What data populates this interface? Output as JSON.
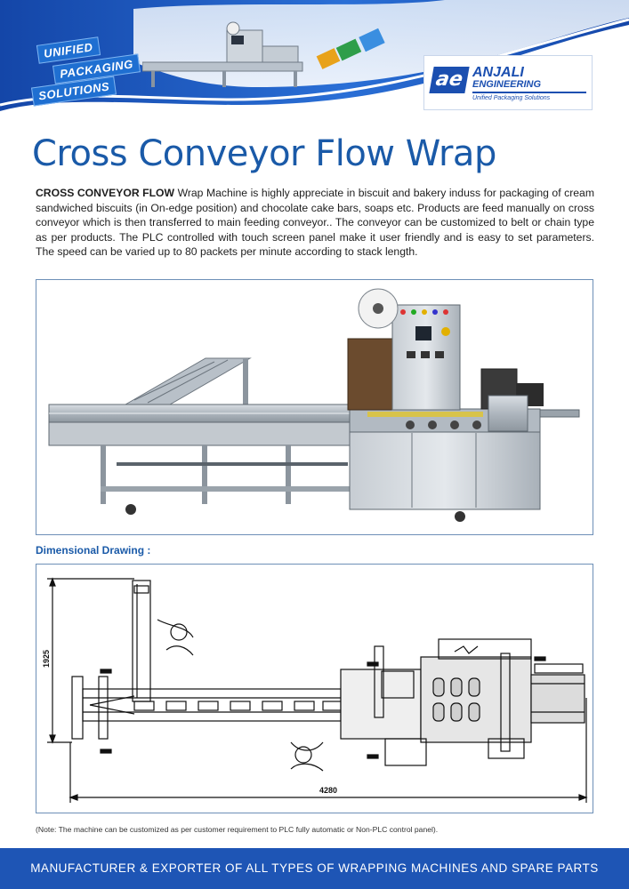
{
  "header": {
    "tagline": [
      "UNIFIED",
      "PACKAGING",
      "SOLUTIONS"
    ],
    "logo": {
      "mark": "ae",
      "name": "ANJALI",
      "sub": "ENGINEERING",
      "tagline": "Unified Packaging Solutions"
    }
  },
  "title": "Cross Conveyor Flow Wrap",
  "intro": {
    "lead": "CROSS CONVEYOR FLOW",
    "body": " Wrap Machine is highly appreciate in biscuit and bakery induss for packaging of cream sandwiched biscuits (in On-edge position) and chocolate cake bars, soaps etc. Products are feed manually on cross conveyor which is then transferred to main feeding conveyor.. The conveyor can be customized to belt or chain type as per products. The PLC controlled with touch screen panel make it user friendly and is easy to set parameters. The speed can be varied up to 80 packets per minute according to stack length."
  },
  "drawing": {
    "label": "Dimensional Drawing :",
    "height_dim": "1925",
    "length_dim": "4280"
  },
  "note": "(Note: The machine can be customized as per customer requirement to PLC fully automatic or Non-PLC control panel).",
  "footer": "MANUFACTURER & EXPORTER OF ALL TYPES OF WRAPPING MACHINES AND SPARE PARTS",
  "colors": {
    "brand_blue": "#1e55b5",
    "title_blue": "#1a5aa8",
    "frame_border": "#6d8fb7"
  }
}
